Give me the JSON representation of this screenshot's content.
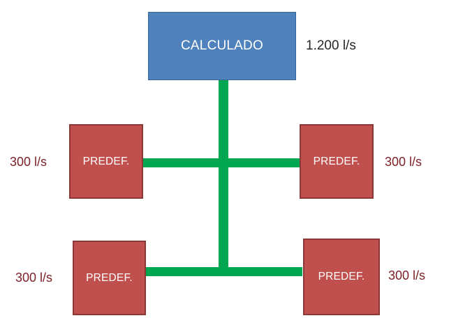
{
  "diagram": {
    "title_node": {
      "label": "CALCULADO",
      "flow": "1.200 l/s",
      "fill_color": "#4F81BD",
      "border_color": "#3A6699"
    },
    "branch_nodes": [
      {
        "id": "middle-left",
        "label": "PREDEF.",
        "flow": "300 l/s"
      },
      {
        "id": "middle-right",
        "label": "PREDEF.",
        "flow": "300 l/s"
      },
      {
        "id": "bottom-left",
        "label": "PREDEF.",
        "flow": "300 l/s"
      },
      {
        "id": "bottom-right",
        "label": "PREDEF.",
        "flow": "300 l/s"
      }
    ],
    "node_style": {
      "fill_color": "#C0504D",
      "border_color": "#8C3836"
    },
    "connector_color": "#00A650"
  }
}
